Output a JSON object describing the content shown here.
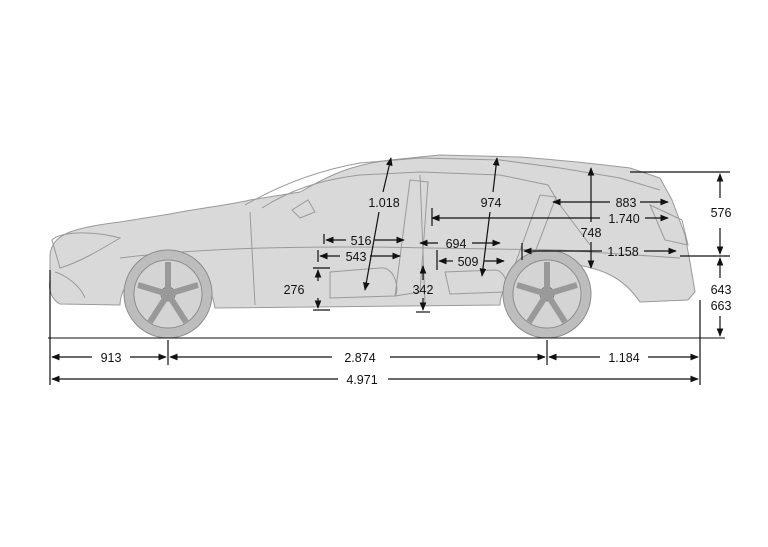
{
  "dimensions": {
    "front_overhang": "913",
    "wheelbase": "2.874",
    "rear_overhang": "1.184",
    "overall_length": "4.971",
    "rear_height_upper": "576",
    "ground_to_sill_a": "643",
    "ground_to_sill_b": "663",
    "front_headroom": "1.018",
    "rear_headroom": "974",
    "cargo_length_upper": "883",
    "cargo_length_seats_up": "1.740",
    "cargo_height": "748",
    "cargo_length_lower": "1.158",
    "front_seat_to_pedal_a": "516",
    "front_seat_to_pedal_b": "543",
    "rear_legroom_a": "694",
    "rear_legroom_b": "509",
    "front_seat_height": "276",
    "rear_seat_height": "342"
  },
  "colors": {
    "line": "#111111",
    "car_outline": "#9a9a9a",
    "car_fill": "#d9d9d9"
  }
}
